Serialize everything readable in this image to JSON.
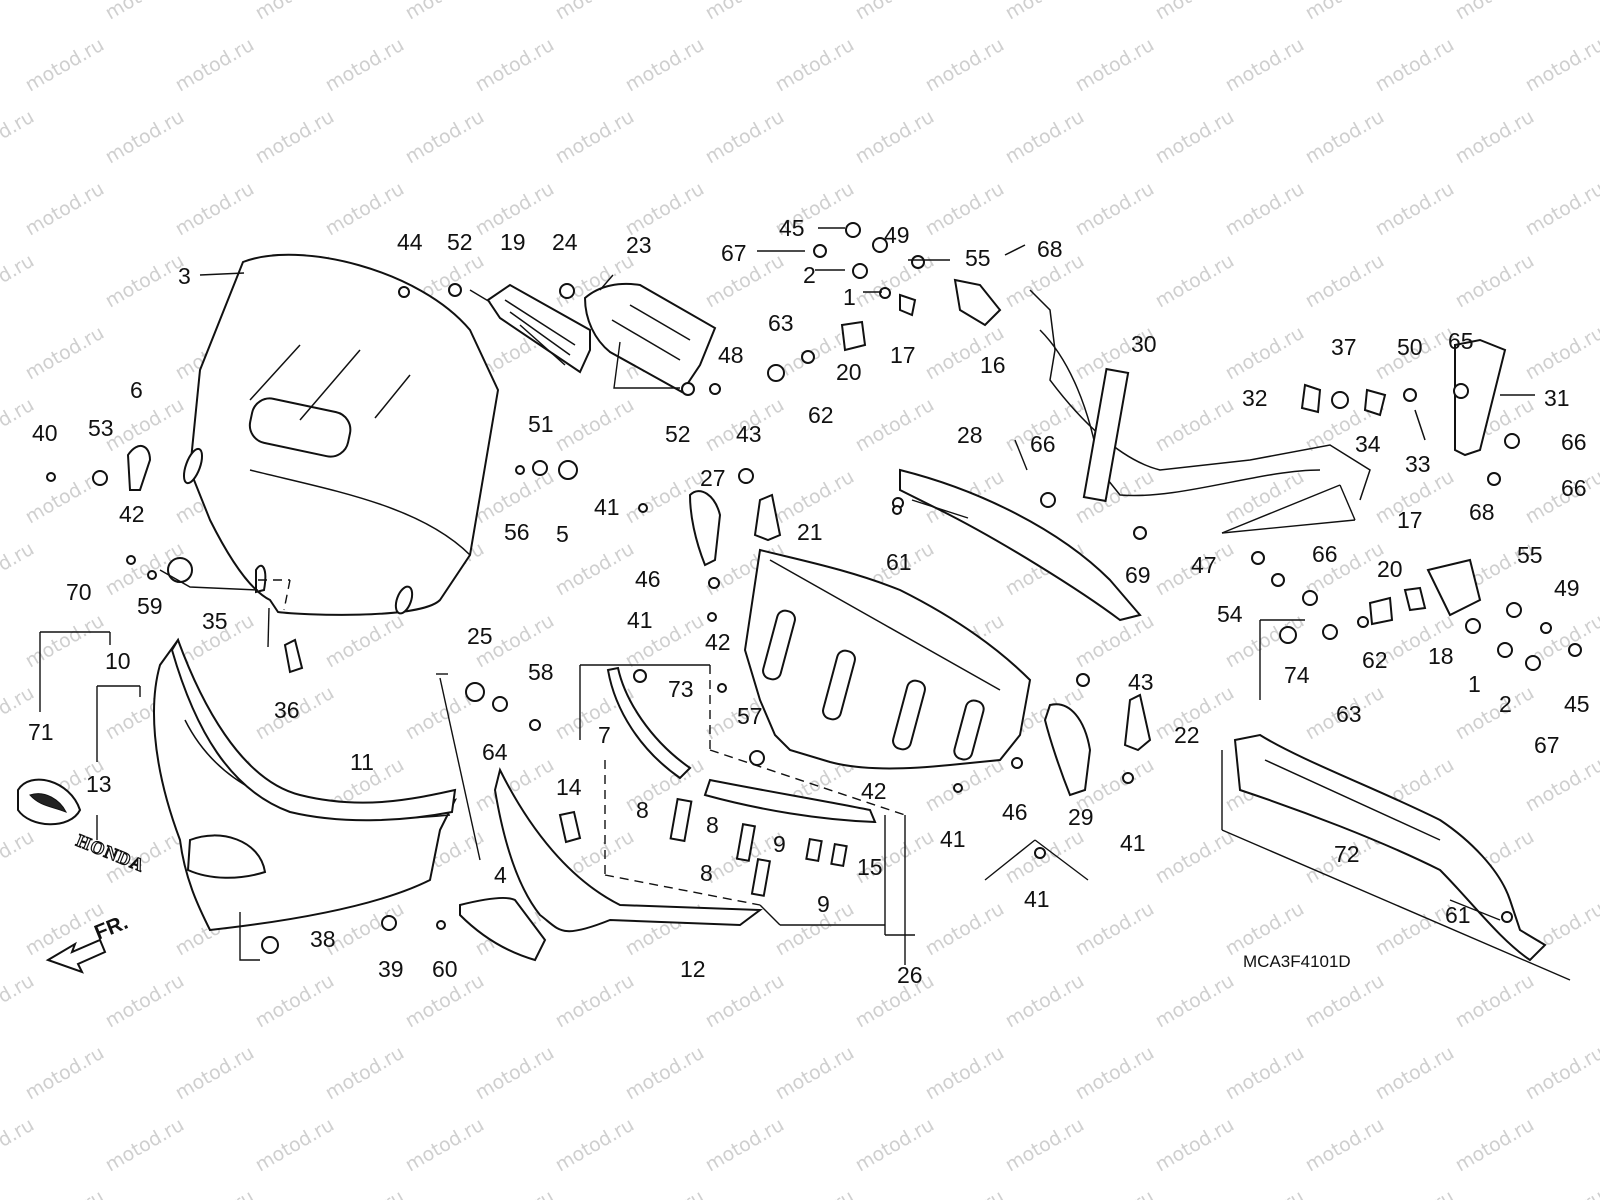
{
  "watermark": "motod.ru",
  "diagram_code": "MCA3F4101D",
  "direction_label": "FR.",
  "emblem_text": "HONDA",
  "callouts": [
    "1",
    "2",
    "3",
    "4",
    "5",
    "6",
    "7",
    "8",
    "9",
    "10",
    "11",
    "12",
    "13",
    "14",
    "15",
    "16",
    "17",
    "18",
    "19",
    "20",
    "21",
    "22",
    "23",
    "24",
    "25",
    "26",
    "27",
    "28",
    "29",
    "30",
    "31",
    "32",
    "33",
    "34",
    "35",
    "36",
    "37",
    "38",
    "39",
    "40",
    "41",
    "42",
    "43",
    "44",
    "45",
    "46",
    "47",
    "48",
    "49",
    "50",
    "51",
    "52",
    "53",
    "54",
    "55",
    "56",
    "57",
    "58",
    "59",
    "60",
    "61",
    "62",
    "63",
    "64",
    "65",
    "66",
    "67",
    "68",
    "69",
    "70",
    "71",
    "72",
    "73",
    "74"
  ]
}
